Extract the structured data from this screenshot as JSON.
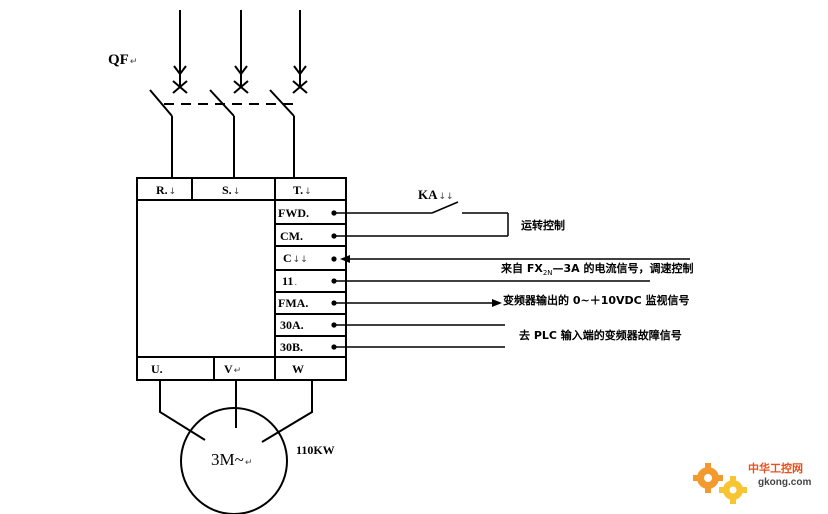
{
  "breaker": {
    "label": "QF",
    "mark": "↵"
  },
  "input_terminals": [
    {
      "label": "R.",
      "mark": "↓"
    },
    {
      "label": "S.",
      "mark": "↓"
    },
    {
      "label": "T.",
      "mark": "↓"
    }
  ],
  "control_terminals": [
    {
      "label": "FWD.",
      "mark": ""
    },
    {
      "label": "CM.",
      "mark": ""
    },
    {
      "label": "C",
      "mark": "↓↓"
    },
    {
      "label": "11",
      "mark": "."
    },
    {
      "label": "FMA.",
      "mark": ""
    },
    {
      "label": "30A.",
      "mark": ""
    },
    {
      "label": "30B.",
      "mark": ""
    }
  ],
  "output_terminals": [
    {
      "label": "U.",
      "mark": ""
    },
    {
      "label": "V",
      "mark": "↵"
    },
    {
      "label": "W",
      "mark": ""
    }
  ],
  "relay": {
    "label": "KA",
    "mark": "↓↓"
  },
  "annotations": {
    "run_control": "运转控制",
    "current_signal_prefix": "来自 FX",
    "current_signal_sub": "2N",
    "current_signal_suffix": "—3A 的电流信号，调速控制",
    "freq_output": "变频器输出的 0~＋10VDC 监视信号",
    "fault_signal": "去 PLC 输入端的变频器故障信号"
  },
  "motor": {
    "label": "3M~",
    "mark": "↵",
    "power": "110KW"
  },
  "watermark": {
    "cn": "中华工控网",
    "en": "gkong.com"
  },
  "colors": {
    "line": "#000000",
    "gear_orange": "#f29a2e",
    "gear_yellow": "#f7c531",
    "watermark_red": "#e8501c"
  }
}
